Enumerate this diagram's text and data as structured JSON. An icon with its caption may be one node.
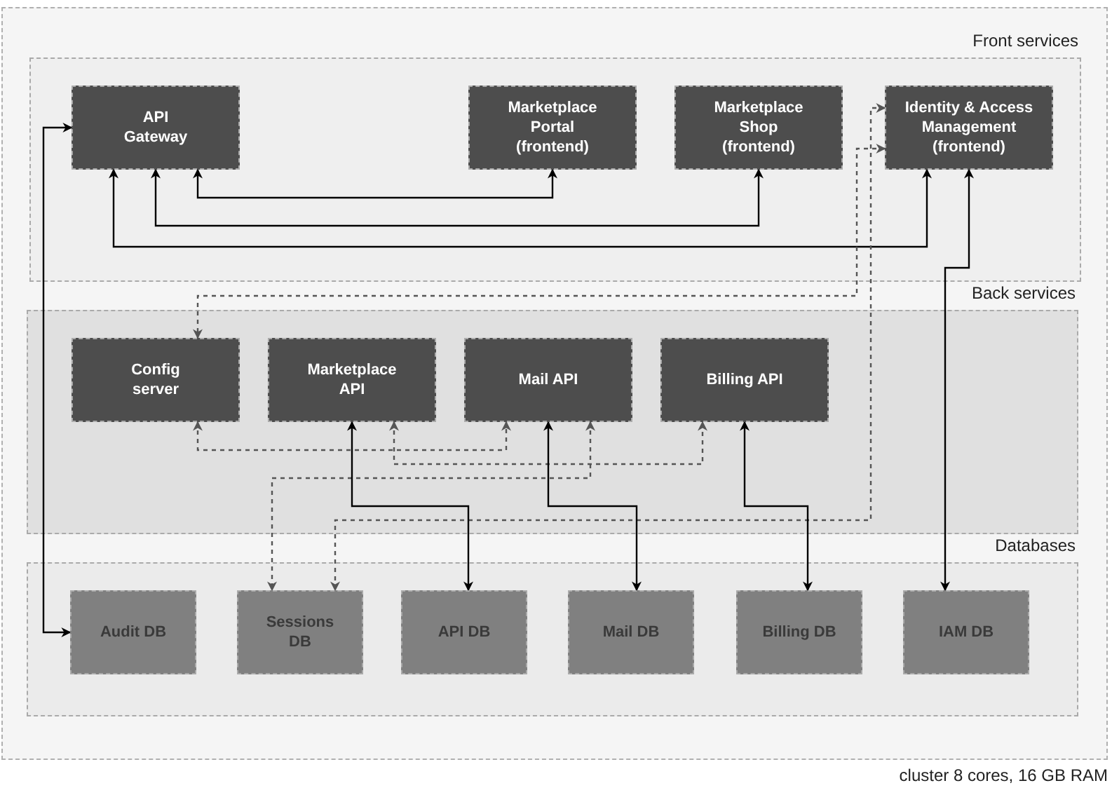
{
  "diagram": {
    "nodes": [
      {
        "text": [
          "cluster 8 cores, 16 GB RAM"
        ]
      },
      {
        "text": [
          "Front services"
        ],
        "in": 0
      },
      {
        "text": [
          "API Gateway"
        ],
        "in": 1
      },
      {
        "text": [
          "Marketplace Portal (frontend)"
        ],
        "in": 1
      },
      {
        "text": [
          "Marketplace Shop (frontend)"
        ],
        "in": 1
      },
      {
        "text": [
          "Identity & Access Management (frontend)"
        ],
        "in": 1
      },
      {
        "text": [
          "Back services"
        ],
        "in": 0
      },
      {
        "text": [
          "Config server"
        ],
        "in": 6
      },
      {
        "text": [
          "Marketplace API"
        ],
        "in": 6
      },
      {
        "text": [
          "Mail API"
        ],
        "in": 6
      },
      {
        "text": [
          "Billing API"
        ],
        "in": 6
      },
      {
        "text": [
          "Databases"
        ],
        "in": 0
      },
      {
        "text": [
          "Audit DB"
        ],
        "in": 11
      },
      {
        "text": [
          "Sessions DB"
        ],
        "in": 11
      },
      {
        "text": [
          "API DB"
        ],
        "in": 11
      },
      {
        "text": [
          "Mail DB"
        ],
        "in": 11
      },
      {
        "text": [
          "Billing DB"
        ],
        "in": 11
      },
      {
        "text": [
          "IAM DB"
        ],
        "in": 11
      }
    ],
    "edges": [
      {
        "from": 2,
        "to": 3,
        "arrow": "both"
      },
      {
        "from": 2,
        "to": 4,
        "arrow": "both"
      },
      {
        "from": 2,
        "to": 5,
        "arrow": "both"
      },
      {
        "from": 2,
        "to": 12,
        "arrow": "both"
      },
      {
        "from": 5,
        "to": 17,
        "arrow": "both"
      },
      {
        "from": 5,
        "to": 7,
        "arrow": "both",
        "style": "dashed",
        "color": "#555555"
      },
      {
        "from": 5,
        "to": 13,
        "arrow": "both",
        "style": "dashed",
        "color": "#555555"
      },
      {
        "from": 7,
        "to": 9,
        "arrow": "both",
        "style": "dashed",
        "color": "#555555"
      },
      {
        "from": 8,
        "to": 10,
        "arrow": "both",
        "style": "dashed",
        "color": "#555555"
      },
      {
        "from": 9,
        "to": 13,
        "arrow": "both",
        "style": "dashed",
        "color": "#555555"
      },
      {
        "from": 8,
        "to": 14,
        "arrow": "both"
      },
      {
        "from": 9,
        "to": 15,
        "arrow": "both"
      },
      {
        "from": 10,
        "to": 16,
        "arrow": "both"
      }
    ]
  }
}
